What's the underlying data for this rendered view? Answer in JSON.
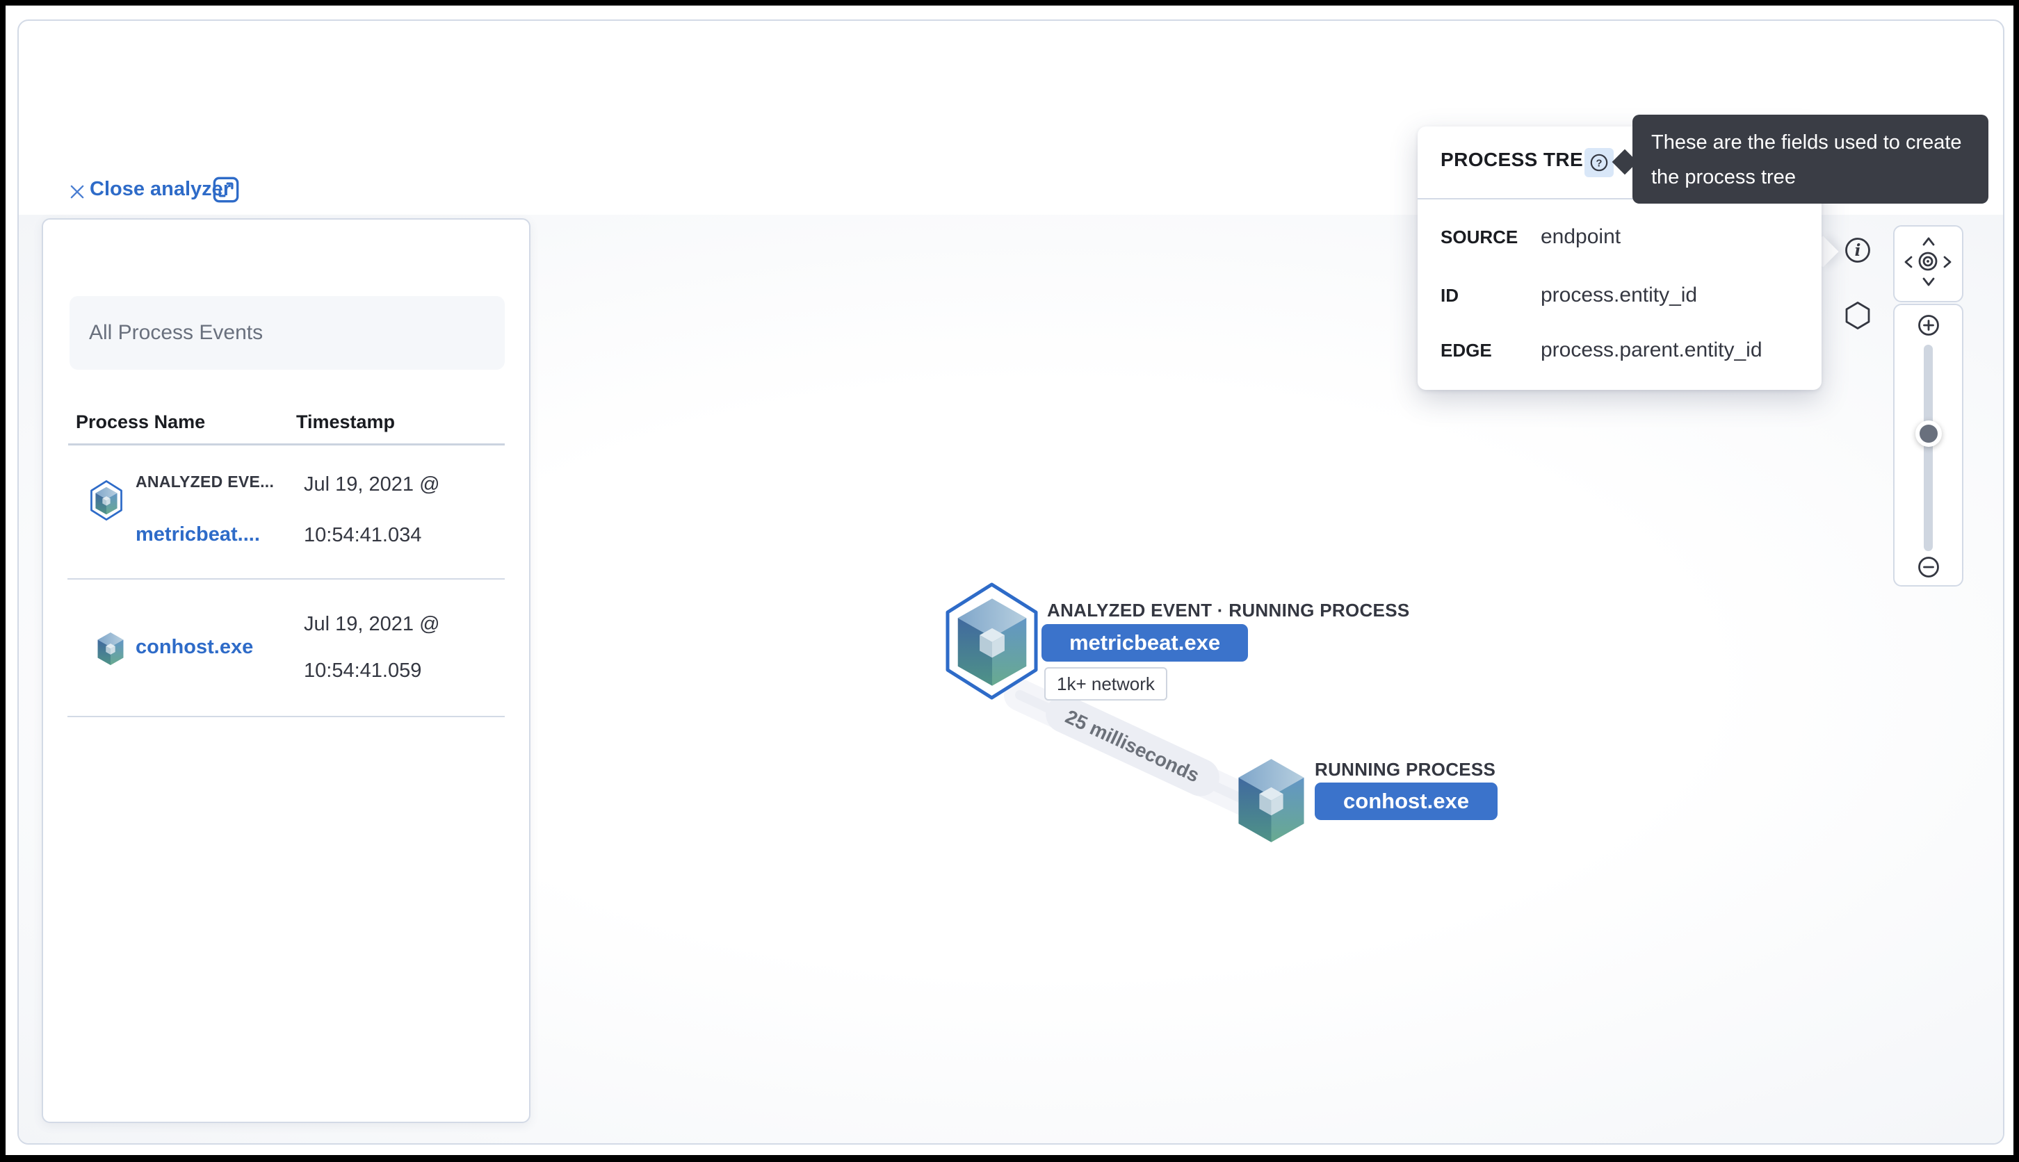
{
  "colors": {
    "primary": "#2e6bc8",
    "btn": "#3b73cb",
    "text": "#343741",
    "subdued": "#69707d",
    "border": "#d3dae6",
    "tooltipbg": "#3a3d45",
    "panelfill": "#f5f7fa",
    "edge": "#eceef4",
    "edgehalo": "#f4f5f9"
  },
  "closebar": {
    "close_label": "Close analyzer"
  },
  "events_panel": {
    "filter_label": "All Process Events",
    "columns": {
      "name": "Process Name",
      "timestamp": "Timestamp"
    },
    "rows": [
      {
        "badge": "ANALYZED EVE...",
        "name": "metricbeat....",
        "ts_line1": "Jul 19, 2021 @",
        "ts_line2": "10:54:41.034"
      },
      {
        "badge": "",
        "name": "conhost.exe",
        "ts_line1": "Jul 19, 2021 @",
        "ts_line2": "10:54:41.059"
      }
    ]
  },
  "graph": {
    "nodes": [
      {
        "event_label": "ANALYZED EVENT · RUNNING PROCESS",
        "button_label": "metricbeat.exe",
        "pill": "1k+ network"
      },
      {
        "event_label": "RUNNING PROCESS",
        "button_label": "conhost.exe"
      }
    ],
    "edge_label": "25 milliseconds"
  },
  "fields_popover": {
    "title": "PROCESS TREE",
    "rows": [
      {
        "label": "SOURCE",
        "value": "endpoint"
      },
      {
        "label": "ID",
        "value": "process.entity_id"
      },
      {
        "label": "EDGE",
        "value": "process.parent.entity_id"
      }
    ]
  },
  "tooltip": {
    "line1": "These are the fields used to create",
    "line2": "the process tree"
  },
  "controls": {
    "zoom_slider_position": 0.42
  },
  "icons": {
    "close": "x-icon",
    "fullscreen": "fullscreen-icon",
    "help": "question-circle-icon",
    "info": "info-circle-icon",
    "legend": "hexagon-icon",
    "pan": "chevrons+target",
    "zoom_in": "plus-circle-icon",
    "zoom_out": "minus-circle-icon"
  }
}
